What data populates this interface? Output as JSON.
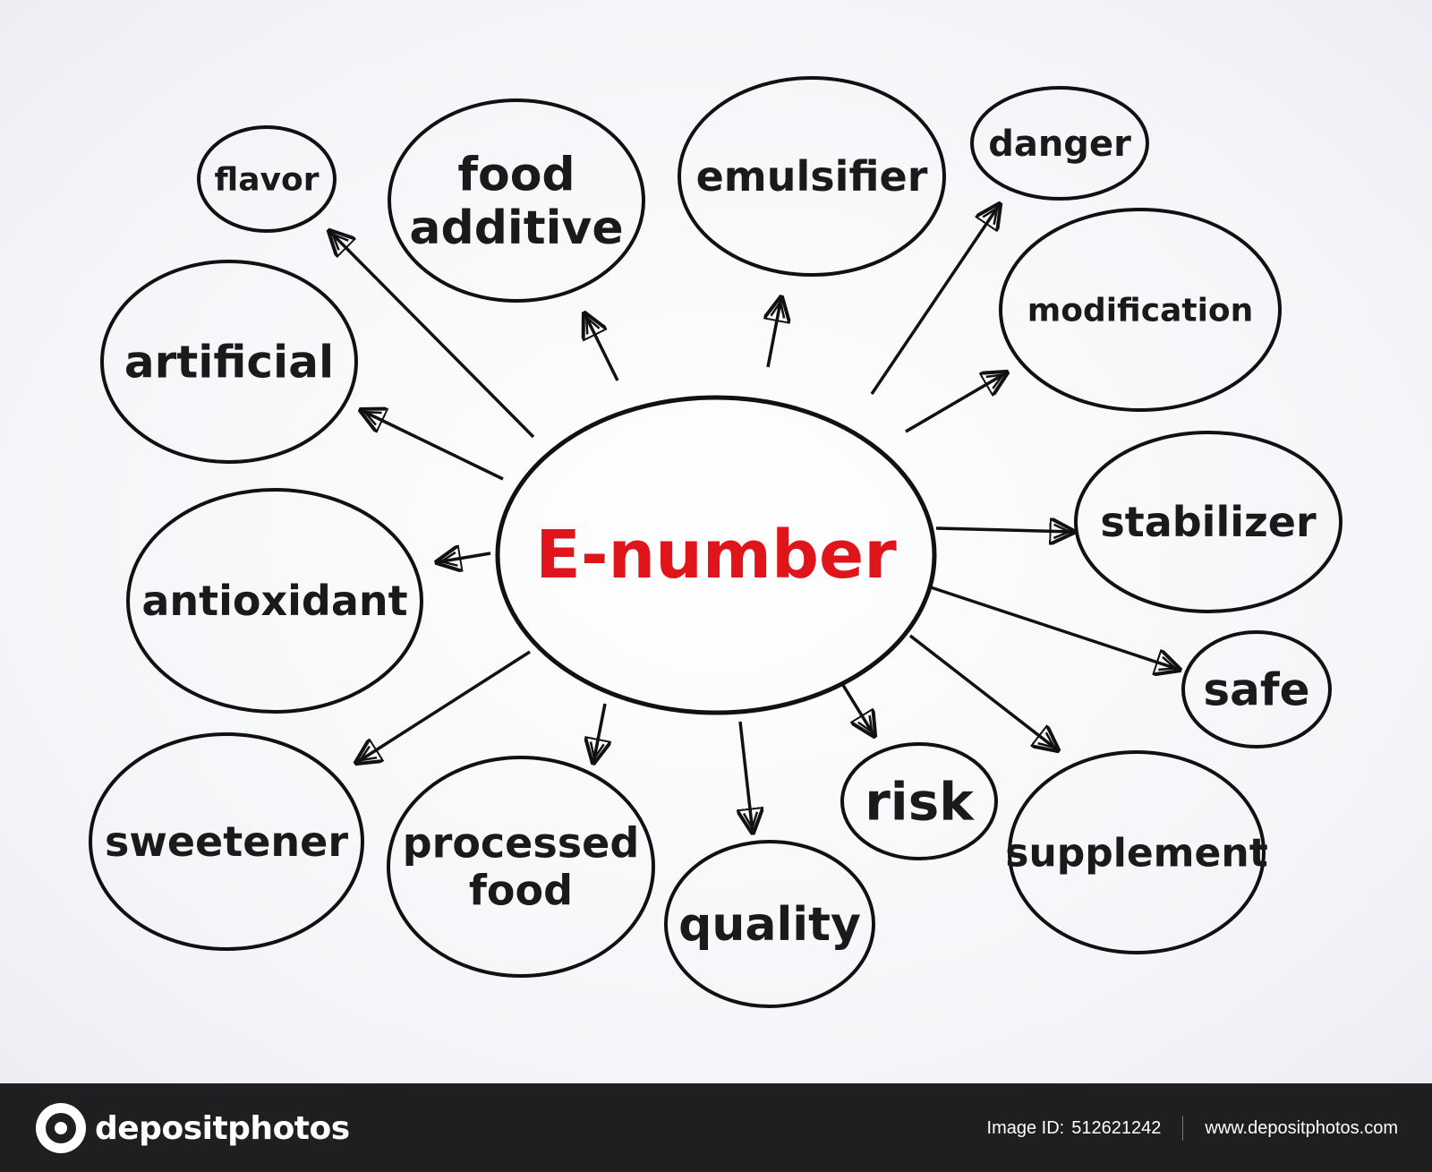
{
  "diagram": {
    "center": {
      "label": "E-number",
      "color": "#e0141b"
    },
    "nodes": [
      {
        "id": "flavor",
        "lines": [
          "flavor"
        ]
      },
      {
        "id": "food-additive",
        "lines": [
          "food",
          "additive"
        ]
      },
      {
        "id": "emulsifier",
        "lines": [
          "emulsifier"
        ]
      },
      {
        "id": "danger",
        "lines": [
          "danger"
        ]
      },
      {
        "id": "modification",
        "lines": [
          "modification"
        ]
      },
      {
        "id": "artificial",
        "lines": [
          "artificial"
        ]
      },
      {
        "id": "stabilizer",
        "lines": [
          "stabilizer"
        ]
      },
      {
        "id": "antioxidant",
        "lines": [
          "antioxidant"
        ]
      },
      {
        "id": "safe",
        "lines": [
          "safe"
        ]
      },
      {
        "id": "sweetener",
        "lines": [
          "sweetener"
        ]
      },
      {
        "id": "risk",
        "lines": [
          "risk"
        ]
      },
      {
        "id": "supplement",
        "lines": [
          "supplement"
        ]
      },
      {
        "id": "processed-food",
        "lines": [
          "processed",
          "food"
        ]
      },
      {
        "id": "quality",
        "lines": [
          "quality"
        ]
      }
    ],
    "ink_color": "#111111"
  },
  "footer": {
    "brand": "depositphotos",
    "image_id_label": "Image ID:",
    "image_id": "512621242",
    "website": "www.depositphotos.com"
  }
}
